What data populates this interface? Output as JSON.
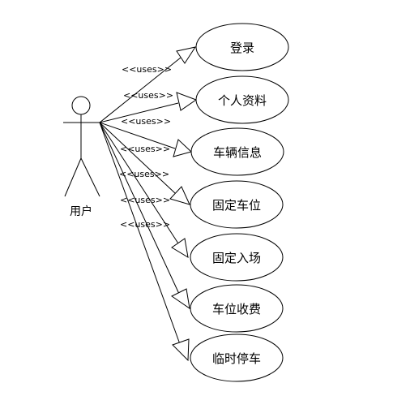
{
  "actor": {
    "name": "用户"
  },
  "relation_label": "<<uses>>",
  "use_cases": [
    {
      "label": "登录"
    },
    {
      "label": "个人资料"
    },
    {
      "label": "车辆信息"
    },
    {
      "label": "固定车位"
    },
    {
      "label": "固定入场"
    },
    {
      "label": "车位收费"
    },
    {
      "label": "临时停车"
    }
  ],
  "colors": {
    "stroke": "#000000",
    "background": "#ffffff"
  }
}
